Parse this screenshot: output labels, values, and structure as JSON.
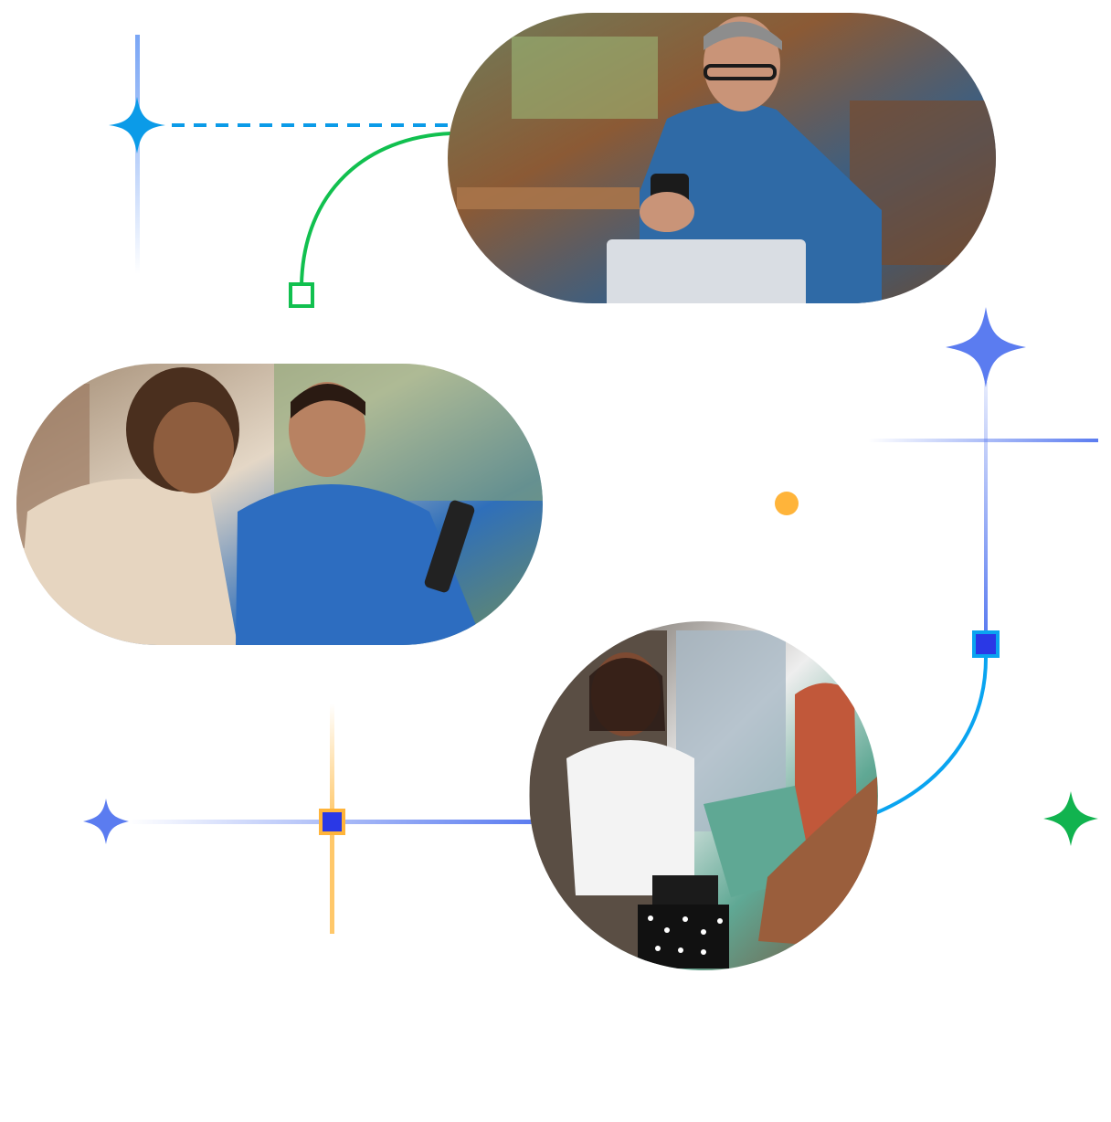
{
  "colors": {
    "blue_sparkle": "#0b9be8",
    "indigo_sparkle": "#5b7cf0",
    "green_sparkle": "#11b34f",
    "green_connector": "#11c04f",
    "sky_connector": "#0aa4f0",
    "indigo_connector": "#5b7cf0",
    "amber_connector": "#ffb43a",
    "square_fill_dark": "#2a38e6",
    "background": "#ffffff"
  },
  "photos": [
    {
      "id": "cafe",
      "subject": "man-with-phone-and-laptop-in-cafe"
    },
    {
      "id": "friends",
      "subject": "two-friends-looking-at-phone"
    },
    {
      "id": "shop",
      "subject": "shop-assistant-handing-shopping-bag"
    }
  ],
  "icons": {
    "sparkle": "sparkle-icon",
    "square_marker": "square-marker-icon",
    "dot_marker": "dot-marker-icon"
  }
}
